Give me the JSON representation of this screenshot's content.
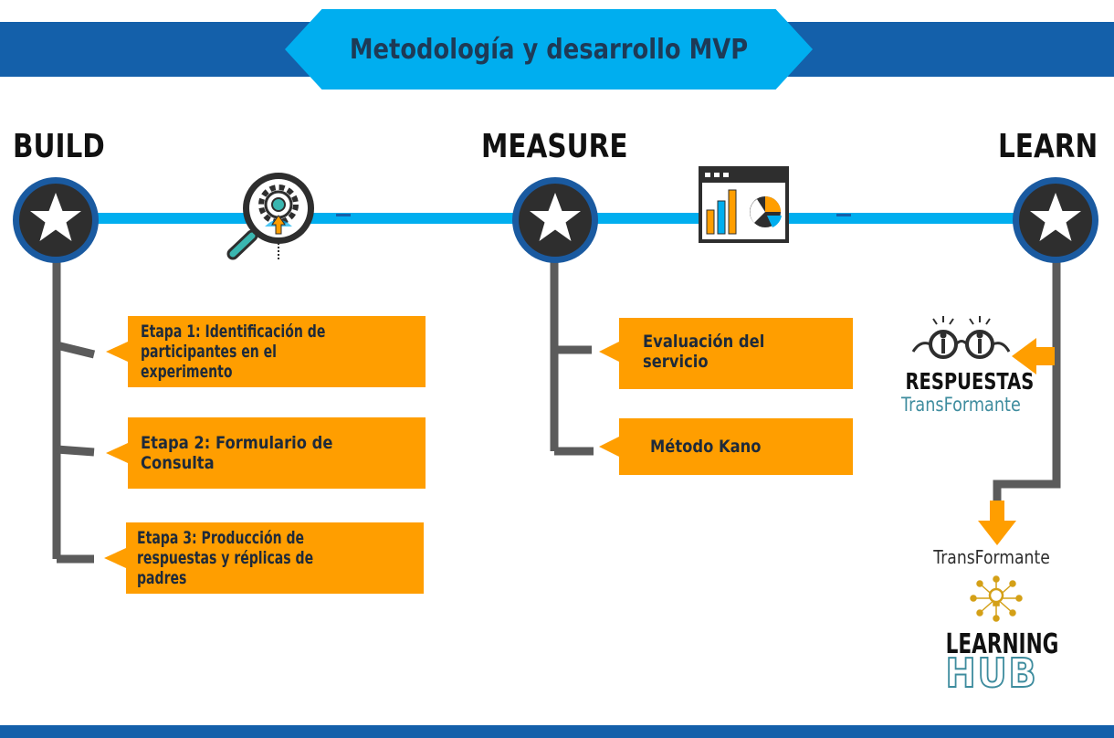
{
  "header": {
    "title": "Metodología y desarrollo MVP"
  },
  "phases": {
    "build": "BUILD",
    "measure": "MEASURE",
    "learn": "LEARN"
  },
  "build_steps": [
    {
      "line1": "Etapa 1: Identificación de",
      "line2": "participantes en el experimento"
    },
    {
      "line1": "Etapa 2: Formulario de Consulta",
      "line2": ""
    },
    {
      "line1": "Etapa 3: Producción de",
      "line2": "respuestas y réplicas de padres"
    }
  ],
  "measure_steps": [
    {
      "line1": "Evaluación del servicio"
    },
    {
      "line1": "Método Kano"
    }
  ],
  "learn": {
    "respuestas": "RESPUESTAS",
    "respuestas_sub": "TransFormante",
    "hub_top": "TransFormante",
    "hub_learning": "LEARNING",
    "hub_hub": "HUB"
  },
  "icons": [
    "star-icon",
    "gear-magnifier-icon",
    "analytics-dashboard-icon",
    "glasses-icon",
    "lightbulb-icon",
    "arrow-left-icon",
    "arrow-down-icon"
  ],
  "colors": {
    "dark_blue": "#1460AA",
    "light_blue": "#00AEEF",
    "orange": "#FF9E00",
    "gray": "#5B5B5B",
    "teal": "#3E8C9E",
    "gold": "#D4A017"
  }
}
